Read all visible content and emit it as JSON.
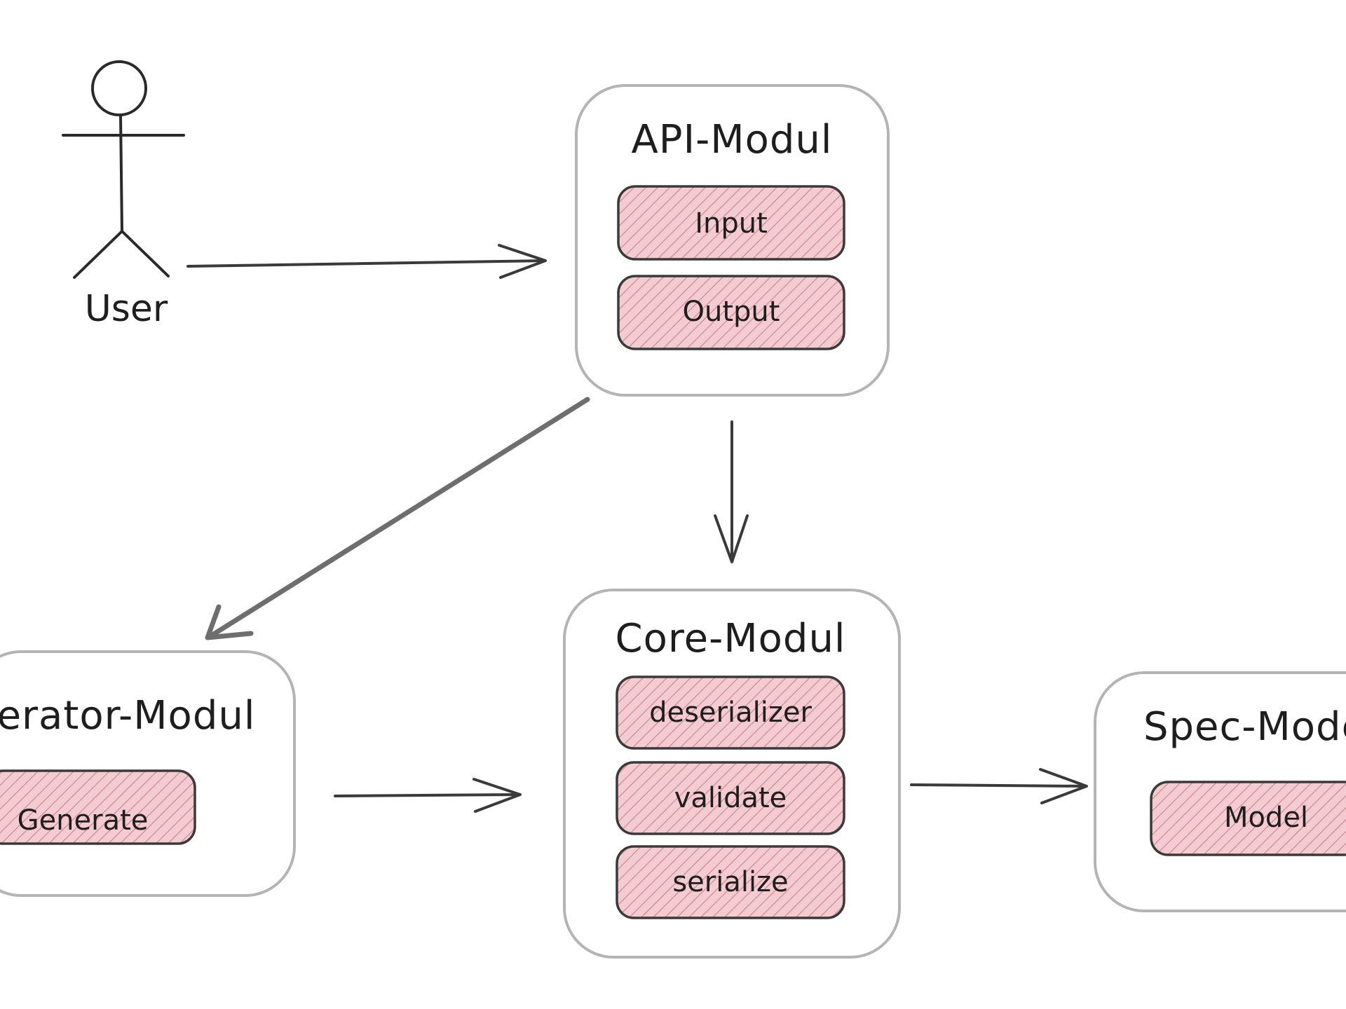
{
  "actor": {
    "label": "User"
  },
  "modules": {
    "api": {
      "title": "API-Modul",
      "items": [
        "Input",
        "Output"
      ]
    },
    "core": {
      "title": "Core-Modul",
      "items": [
        "deserializer",
        "validate",
        "serialize"
      ]
    },
    "generator": {
      "title": "erator-Modul",
      "items": [
        "Generate"
      ]
    },
    "spec": {
      "title": "Spec-Mode",
      "items": [
        "Model"
      ]
    }
  },
  "colors": {
    "red_hatch": "#f2a3ad",
    "red_fill": "#fde8ea",
    "blue_hatch": "#9ec9ec",
    "blue_fill": "#eef6fc",
    "green_hatch": "#bfe19a",
    "green_fill": "#f4fbee",
    "sub_fill": "#f2c6cc",
    "sub_hatch": "#c98089"
  }
}
